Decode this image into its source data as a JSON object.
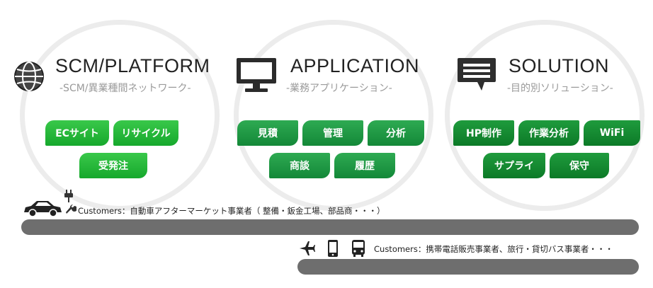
{
  "columns": [
    {
      "title": "SCM/PLATFORM",
      "subtitle": "-SCM/異業種間ネットワーク-",
      "icon": "globe-icon",
      "tags": [
        "ECサイト",
        "リサイクル",
        "受発注"
      ]
    },
    {
      "title": "APPLICATION",
      "subtitle": "-業務アプリケーション-",
      "icon": "monitor-icon",
      "tags": [
        "見積",
        "管理",
        "分析",
        "商談",
        "履歴"
      ]
    },
    {
      "title": "SOLUTION",
      "subtitle": "-目的別ソリューション-",
      "icon": "chat-bubble-icon",
      "tags": [
        "HP制作",
        "作業分析",
        "WiFi",
        "サプライ",
        "保守"
      ]
    }
  ],
  "customers": [
    {
      "text": "Customers：自動車アフターマーケット事業者（ 整備・鈑金工場、部品商・・・）",
      "icons": [
        "car-icon",
        "plug-icon",
        "wrench-icon"
      ]
    },
    {
      "text": "Customers：携帯電話販売事業者、旅行・貸切バス事業者・・・",
      "icons": [
        "airplane-icon",
        "smartphone-icon",
        "bus-icon"
      ]
    }
  ],
  "colors": {
    "accent": "#16a82c",
    "ring": "#ececec",
    "bar": "#6e6e6e",
    "subtitle": "#9a9a9a"
  }
}
